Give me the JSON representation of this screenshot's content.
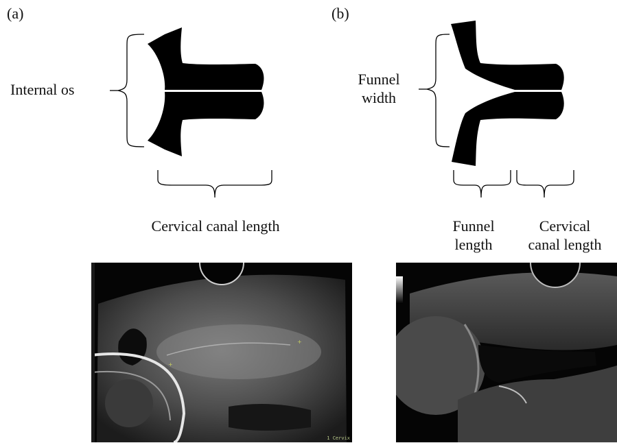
{
  "panel_a": {
    "label": "(a)",
    "internal_os_label": "Internal  os",
    "canal_length_label": "Cervical  canal  length",
    "ultrasound": {
      "corner_text": "1 Cervix"
    }
  },
  "panel_b": {
    "label": "(b)",
    "funnel_width_label": [
      "Funnel",
      "width"
    ],
    "funnel_length_label": [
      "Funnel",
      "length"
    ],
    "canal_length_label": [
      "Cervical",
      "canal  length"
    ]
  },
  "colors": {
    "shape_fill": "#000000",
    "background": "#ffffff",
    "ultrasound_bg": "#050505"
  }
}
